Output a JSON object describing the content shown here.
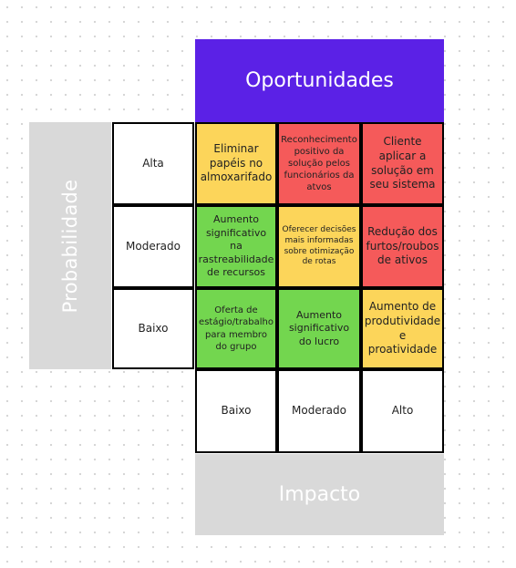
{
  "title": "Oportunidades",
  "y_axis_label": "Probabilidade",
  "x_axis_label": "Impacto",
  "probability_levels": [
    "Alta",
    "Moderado",
    "Baixo"
  ],
  "impact_levels": [
    "Baixo",
    "Moderado",
    "Alto"
  ],
  "cells": {
    "alta": {
      "baixo": "Eliminar papéis no almoxarifado",
      "moderado": "Reconhecimento positivo da solução pelos funcionários da atvos",
      "alto": "Cliente aplicar a solução em seu sistema"
    },
    "moderado": {
      "baixo": "Aumento significativo na rastreabilidade de recursos",
      "moderado": "Oferecer decisões mais informadas sobre otimização de rotas",
      "alto": "Redução dos furtos/roubos de ativos"
    },
    "baixo": {
      "baixo": "Oferta de estágio/trabalho para membro do grupo",
      "moderado": "Aumento significativo do lucro",
      "alto": "Aumento de produtividade e proatividade"
    }
  },
  "colors": {
    "title_bg": "#5b21e6",
    "axis_bg": "#d9d9d9",
    "yellow": "#fcd55a",
    "red": "#f55a5a",
    "green": "#73d64f"
  }
}
